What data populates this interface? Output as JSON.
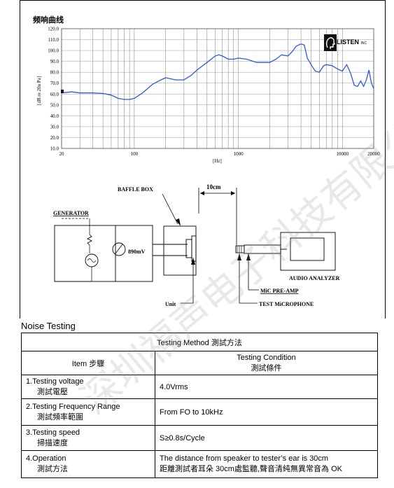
{
  "chart_title": "频响曲线",
  "chart_data": {
    "type": "line",
    "ylabel": "[dB re 20u Pa]",
    "xlabel": "[Hz]",
    "xscale": "log",
    "xlim": [
      20,
      20000
    ],
    "ylim": [
      10,
      120
    ],
    "y_ticks": [
      "120.0",
      "110.0",
      "100.0",
      "90.0",
      "80.0",
      "70.0",
      "60.0",
      "50.0",
      "40.0",
      "30.0",
      "20.0",
      "10.0"
    ],
    "x_ticks": [
      "20",
      "100",
      "1000",
      "10000",
      "20000"
    ],
    "grid": true,
    "series": [
      {
        "color": "#2a5bd7",
        "points": [
          [
            20,
            61
          ],
          [
            25,
            62
          ],
          [
            30,
            61
          ],
          [
            40,
            61
          ],
          [
            50,
            60.5
          ],
          [
            60,
            59
          ],
          [
            70,
            56
          ],
          [
            80,
            55
          ],
          [
            90,
            55
          ],
          [
            100,
            56
          ],
          [
            120,
            61
          ],
          [
            150,
            69
          ],
          [
            180,
            73
          ],
          [
            200,
            75
          ],
          [
            250,
            73
          ],
          [
            300,
            73
          ],
          [
            350,
            77
          ],
          [
            400,
            82
          ],
          [
            500,
            89
          ],
          [
            600,
            95
          ],
          [
            650,
            96
          ],
          [
            700,
            95
          ],
          [
            800,
            92
          ],
          [
            900,
            92
          ],
          [
            1000,
            93
          ],
          [
            1200,
            92
          ],
          [
            1500,
            89
          ],
          [
            1800,
            89
          ],
          [
            2000,
            89
          ],
          [
            2300,
            92
          ],
          [
            2600,
            96
          ],
          [
            3000,
            95
          ],
          [
            3300,
            99
          ],
          [
            3600,
            104
          ],
          [
            4000,
            106
          ],
          [
            4300,
            105
          ],
          [
            4600,
            93
          ],
          [
            5000,
            87
          ],
          [
            5500,
            81
          ],
          [
            6000,
            80
          ],
          [
            6600,
            86
          ],
          [
            7000,
            87
          ],
          [
            8000,
            86
          ],
          [
            9000,
            83
          ],
          [
            10000,
            81
          ],
          [
            11000,
            87
          ],
          [
            12000,
            79
          ],
          [
            13000,
            68
          ],
          [
            14000,
            67
          ],
          [
            15000,
            72
          ],
          [
            16000,
            67
          ],
          [
            17000,
            73
          ],
          [
            18000,
            82
          ],
          [
            19000,
            70
          ],
          [
            20000,
            65
          ]
        ]
      }
    ]
  },
  "logo": {
    "name": "LISTEN",
    "suffix": "INC"
  },
  "diagram": {
    "baffle_box": "BAFFLE BOX",
    "distance": "10cm",
    "generator": "GENERATOR",
    "voltage": "890mV",
    "unit": "Unit",
    "audio_analyzer": "AUDIO ANALYZER",
    "mic_preamp": "MiC PRE-AMP",
    "test_microphone": "TEST MiCROPHONE"
  },
  "watermark": "深圳福声电子科技有限公司",
  "noise_title": "Noise  Testing",
  "table": {
    "header": "Testing Method 測試方法",
    "col1": "Item 步驟",
    "col2a": "Testing Condition",
    "col2b": "測試條件",
    "rows": [
      {
        "item_a": "1.Testing   voltage",
        "item_b": "測試電壓",
        "cond_a": "4.0Vrms",
        "cond_b": ""
      },
      {
        "item_a": "2.Testing Frequency Range",
        "item_b": "測試頻率範圍",
        "cond_a": "From FO to 10kHz",
        "cond_b": ""
      },
      {
        "item_a": "3.Testing speed",
        "item_b": "掃描速度",
        "cond_a": "S≥0.8s/Cycle",
        "cond_b": ""
      },
      {
        "item_a": "4.Operation",
        "item_b": "測試方法",
        "cond_a": "The distance from speaker to tester’s ear is 30cm",
        "cond_b": "距離測試者耳朵 30cm處監聽,聲音清純無異常音為 OK"
      }
    ]
  }
}
